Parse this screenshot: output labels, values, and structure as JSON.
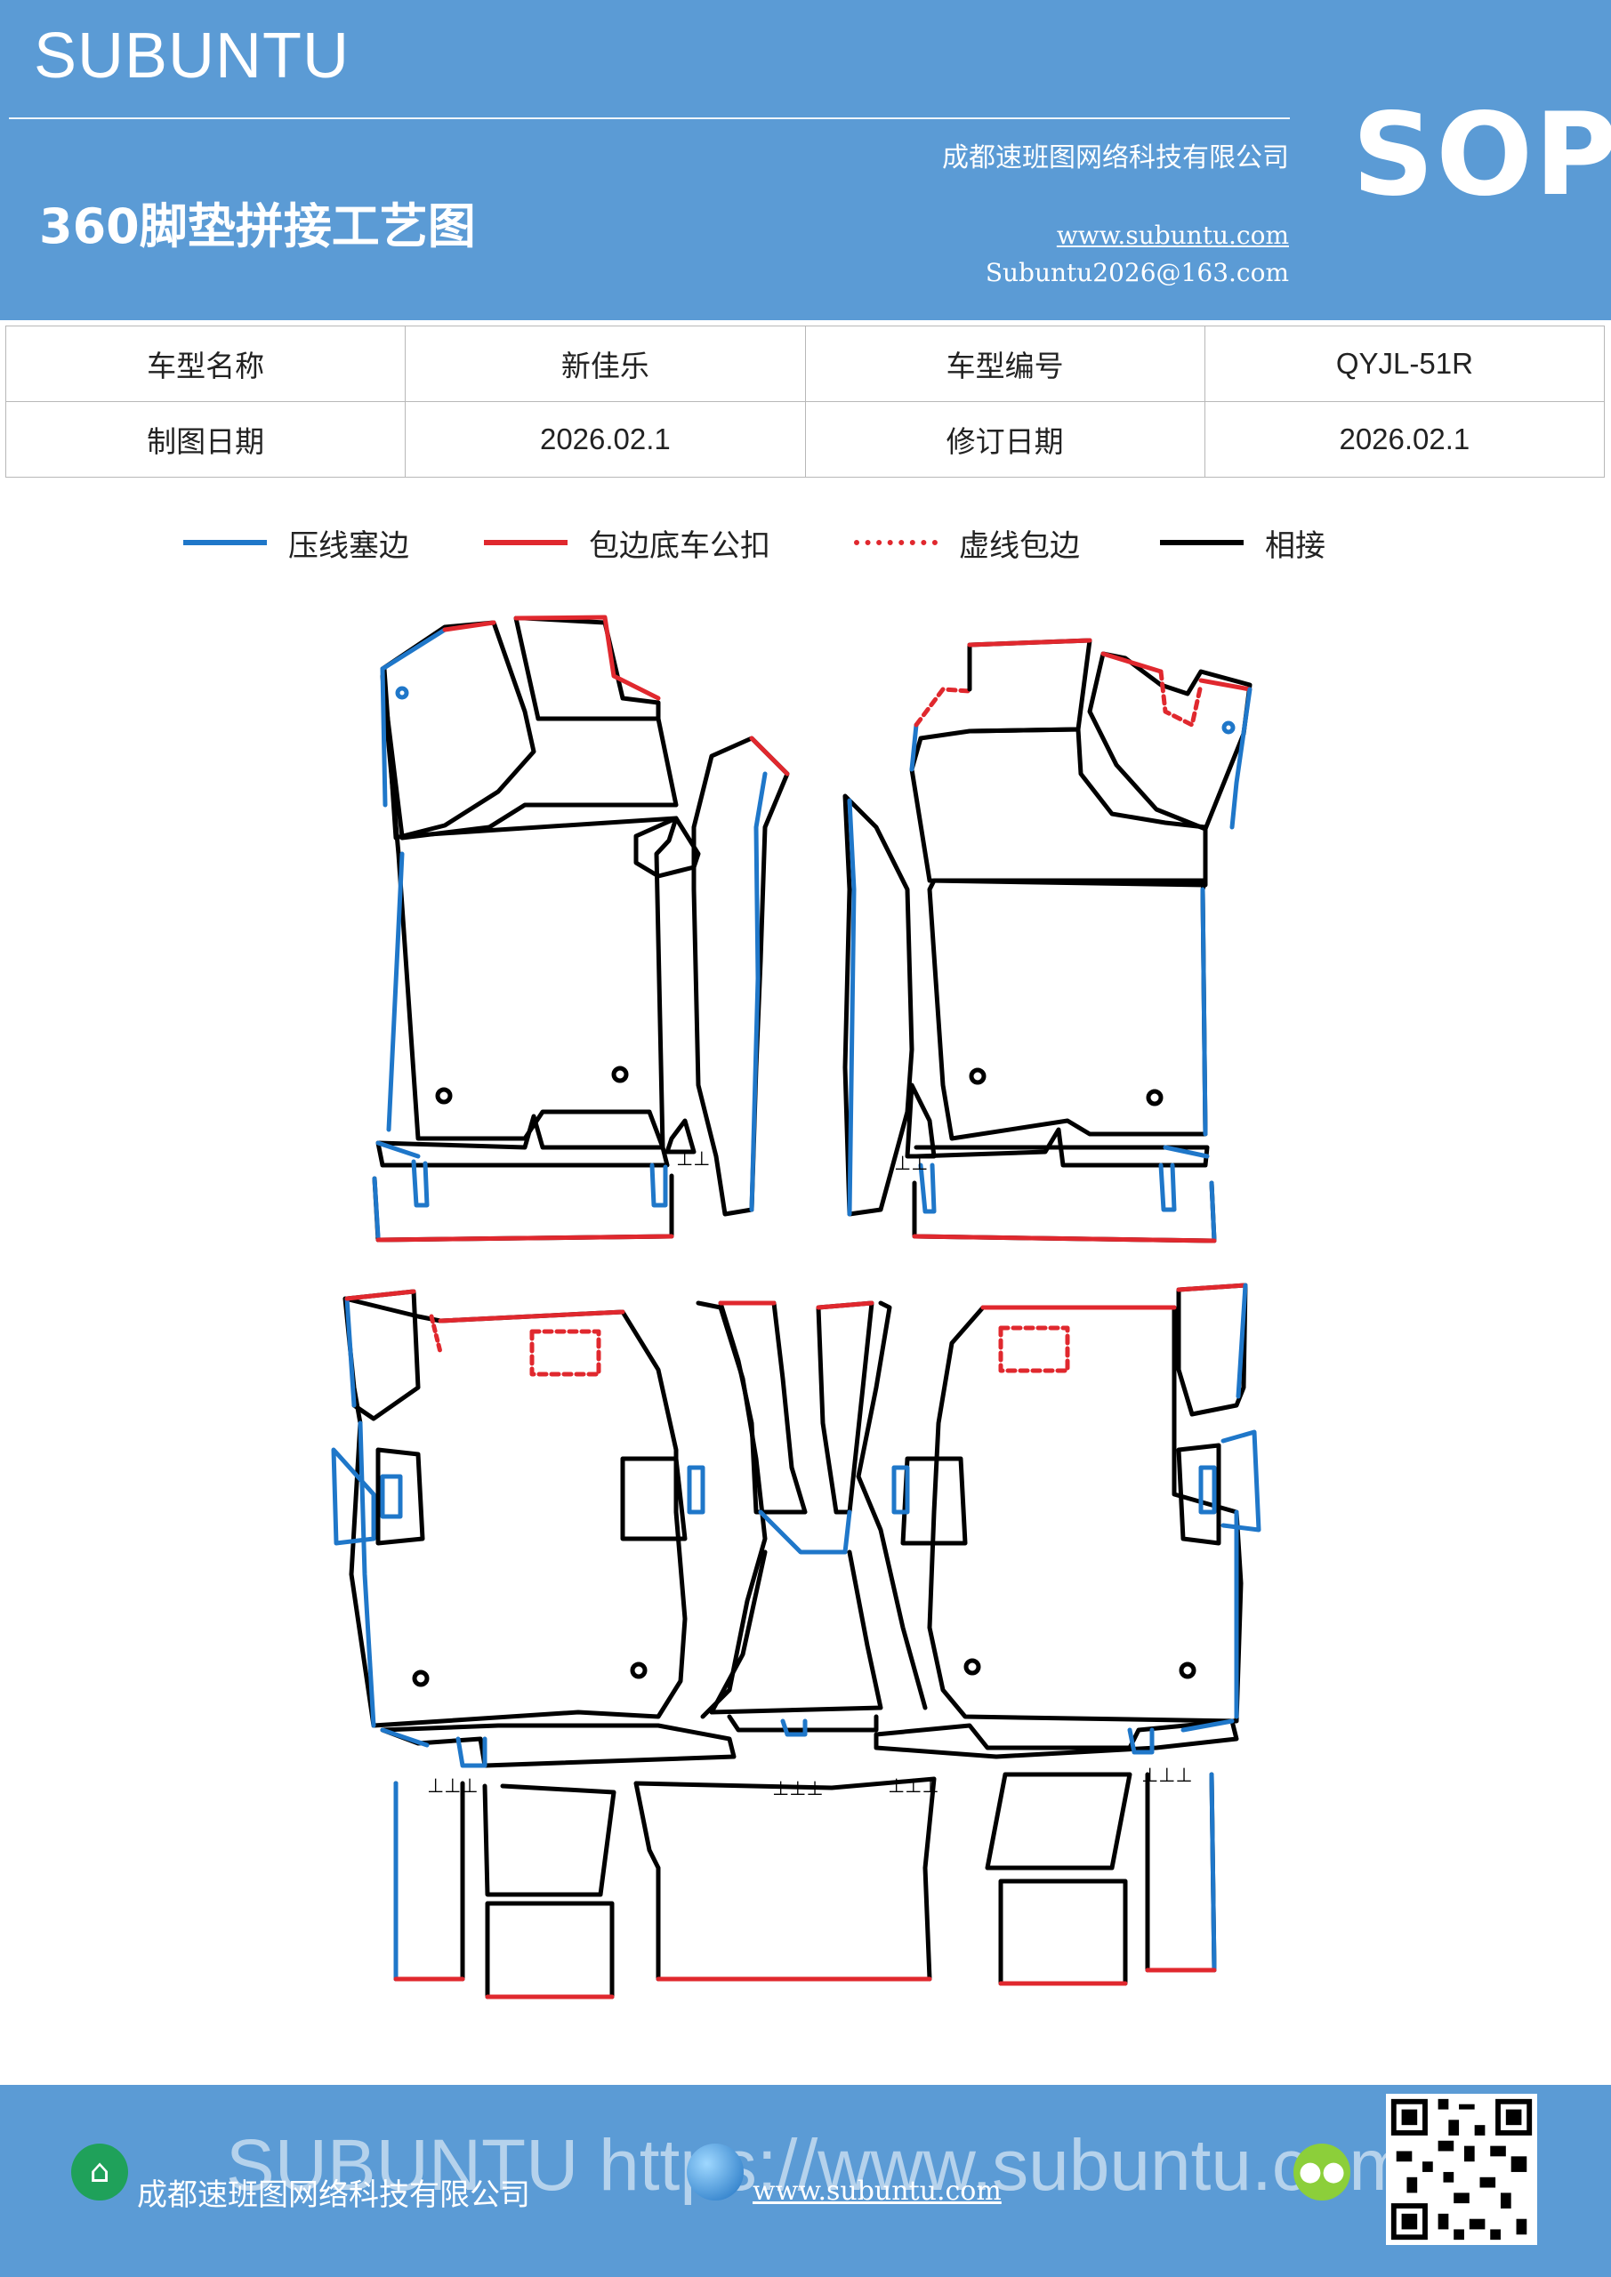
{
  "header": {
    "brand": "SUBUNTU",
    "doc_title": "360脚垫拼接工艺图",
    "company": "成都速班图网络科技有限公司",
    "website": "www.subuntu.com",
    "email": "Subuntu2026@163.com",
    "badge": "SOP"
  },
  "info_table": {
    "model_name_label": "车型名称",
    "model_name_value": "新佳乐",
    "model_code_label": "车型编号",
    "model_code_value": "QYJL-51R",
    "draw_date_label": "制图日期",
    "draw_date_value": "2026.02.1",
    "revise_date_label": "修订日期",
    "revise_date_value": "2026.02.1"
  },
  "legend": [
    {
      "label": "压线塞边",
      "color": "#1f77c9",
      "style": "solid"
    },
    {
      "label": "包边底车公扣",
      "color": "#e0282e",
      "style": "solid"
    },
    {
      "label": "虚线包边",
      "color": "#e0282e",
      "style": "dotted"
    },
    {
      "label": "相接",
      "color": "#000000",
      "style": "solid"
    }
  ],
  "footer": {
    "company": "成都速班图网络科技有限公司",
    "website": "www.subuntu.com",
    "watermark": "SUBUNTU https://www.subuntu.com",
    "building_icon": "building-icon",
    "globe_icon": "globe-icon",
    "wechat_icon": "wechat-icon"
  },
  "colors": {
    "header_bg": "#5b9bd5",
    "blue_line": "#1f77c9",
    "red_line": "#e0282e",
    "black_line": "#000000"
  }
}
